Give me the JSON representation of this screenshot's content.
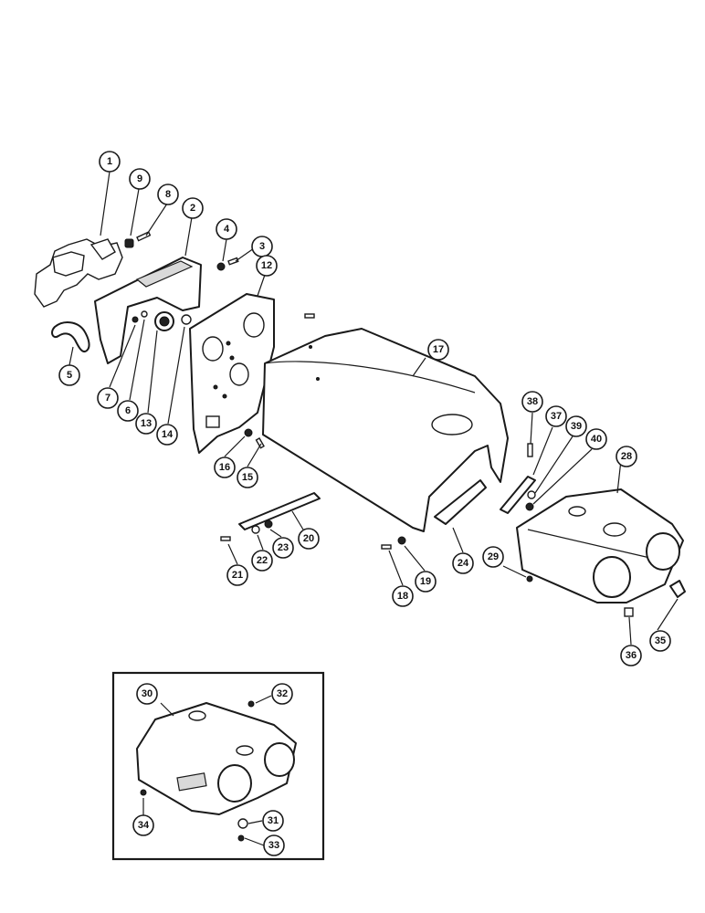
{
  "diagram": {
    "callouts": {
      "c1": "1",
      "c2": "2",
      "c3": "3",
      "c4": "4",
      "c5": "5",
      "c6": "6",
      "c7": "7",
      "c8": "8",
      "c9": "9",
      "c12": "12",
      "c13": "13",
      "c14": "14",
      "c15": "15",
      "c16": "16",
      "c17": "17",
      "c18": "18",
      "c19": "19",
      "c20": "20",
      "c21": "21",
      "c22": "22",
      "c23": "23",
      "c24": "24",
      "c28": "28",
      "c29": "29",
      "c30": "30",
      "c31": "31",
      "c32": "32",
      "c33": "33",
      "c34": "34",
      "c35": "35",
      "c36": "36",
      "c37": "37",
      "c38": "38",
      "c39": "39",
      "c40": "40"
    }
  }
}
